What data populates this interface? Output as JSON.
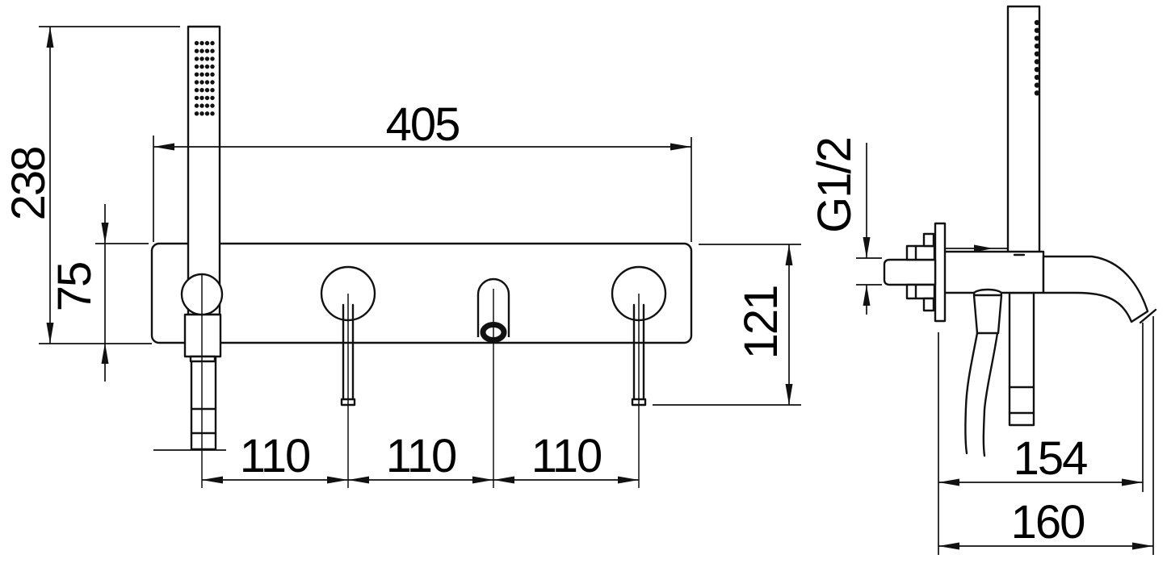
{
  "meta": {
    "drawing_type": "technical dimension drawing",
    "background_color": "#ffffff",
    "line_color": "#111111",
    "text_color": "#000000"
  },
  "front_view": {
    "dim_overall_height": "238",
    "dim_plate_height": "75",
    "dim_plate_width": "405",
    "dim_drop_below_plate": "121",
    "dim_spacings": [
      "110",
      "110",
      "110"
    ]
  },
  "side_view": {
    "dim_thread_size": "G1/2",
    "dim_spout_reach": "154",
    "dim_total_depth": "160"
  }
}
